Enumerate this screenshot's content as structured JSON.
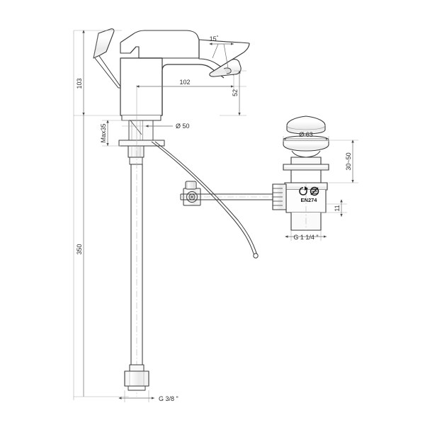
{
  "drawing": {
    "title": "Basin mixer tap with pop-up waste technical dimension drawing",
    "type": "technical-line-drawing",
    "background_color": "#ffffff",
    "line_color": "#3a3a3a",
    "dim_line_color": "#9a9a9a",
    "text_color": "#2b2b2b",
    "units": "mm"
  },
  "dimensions": {
    "body_height": "103",
    "spout_reach": "102",
    "spout_height": "52",
    "spout_angle": "15",
    "max_deck_thickness": "Max35",
    "base_diameter": "Ø 50",
    "total_length": "350",
    "supply_thread": "G 3/8 \"",
    "drain_cap_diameter": "Ø 63",
    "drain_adjust_range": "30~50",
    "drain_outlet_height": "11",
    "drain_thread": "G 1 1/4 \""
  },
  "markings": {
    "standard_label": "EN274",
    "symbol_left": "recycle-arrow",
    "symbol_right": "certification-mark"
  }
}
